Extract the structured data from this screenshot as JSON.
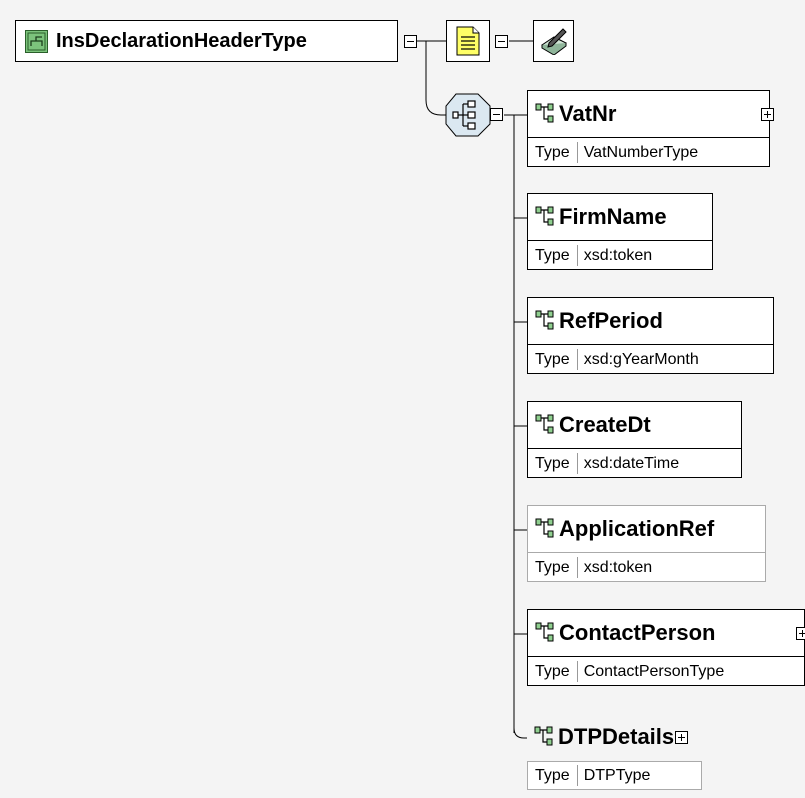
{
  "diagram": {
    "root": {
      "label": "InsDeclarationHeaderType"
    },
    "annotation_icon": "note-icon",
    "documentation_icon": "book-pencil-icon",
    "sequence_icon": "sequence-compositor-icon",
    "elements": [
      {
        "name": "VatNr",
        "type_key": "Type",
        "type_value": "VatNumberType",
        "optional": false,
        "expandable": true
      },
      {
        "name": "FirmName",
        "type_key": "Type",
        "type_value": "xsd:token",
        "optional": false,
        "expandable": false
      },
      {
        "name": "RefPeriod",
        "type_key": "Type",
        "type_value": "xsd:gYearMonth",
        "optional": false,
        "expandable": false
      },
      {
        "name": "CreateDt",
        "type_key": "Type",
        "type_value": "xsd:dateTime",
        "optional": false,
        "expandable": false
      },
      {
        "name": "ApplicationRef",
        "type_key": "Type",
        "type_value": "xsd:token",
        "optional": true,
        "expandable": false
      },
      {
        "name": "ContactPerson",
        "type_key": "Type",
        "type_value": "ContactPersonType",
        "optional": false,
        "expandable": true
      },
      {
        "name": "DTPDetails",
        "type_key": "Type",
        "type_value": "DTPType",
        "optional": true,
        "expandable": true
      }
    ],
    "colors": {
      "background": "#f4f4f4",
      "complex_type_icon": "#7cc47c",
      "element_icon": "#8fcf8f",
      "note_icon": "#ffff66",
      "sequence_icon": "#dbe8f1",
      "optional_border": "#aaaaaa"
    }
  }
}
